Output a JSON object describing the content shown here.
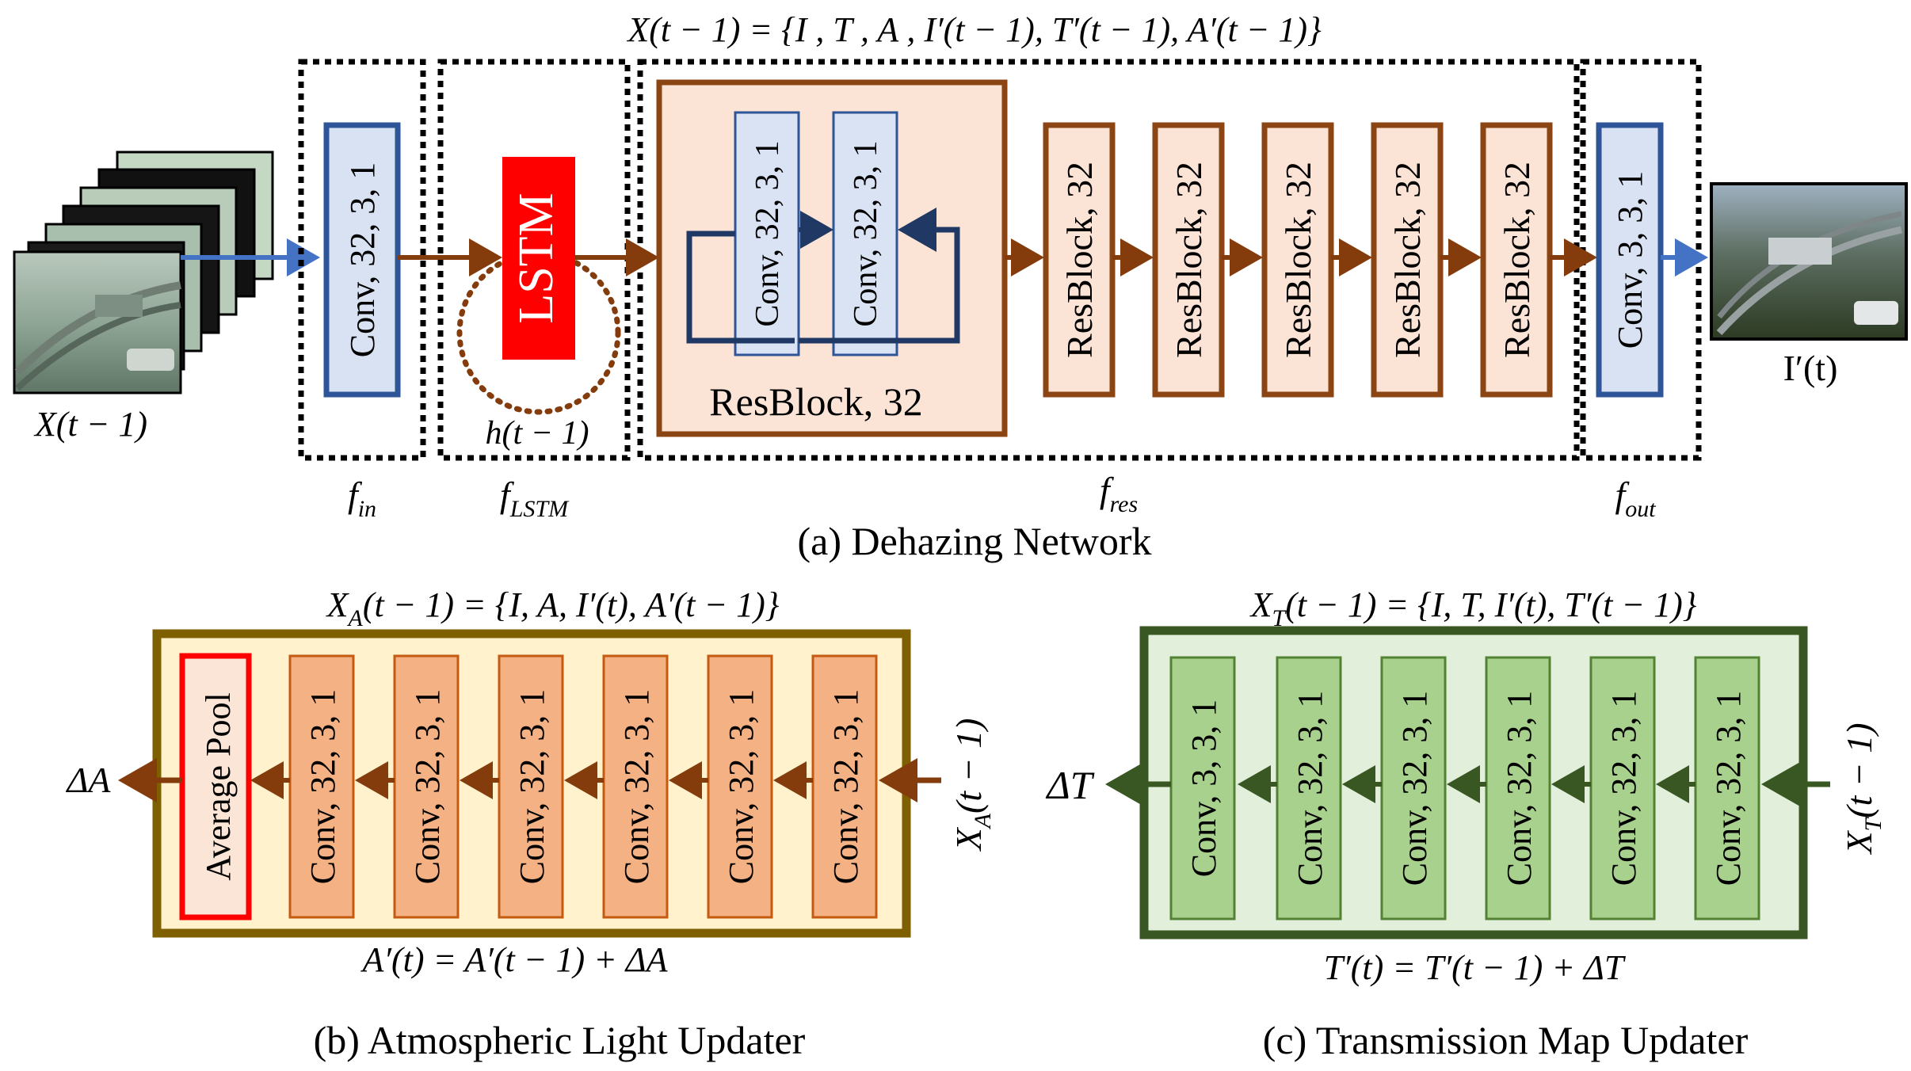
{
  "colors": {
    "resblock_border": "#8b4513",
    "resblock_fill": "#fbe3d6",
    "conv_blue_border": "#2e5597",
    "conv_blue_fill": "#d9e2f2",
    "inner_conv_fill": "#dae3f3",
    "lstm_red": "#ff0000",
    "arrow_brown": "#843c0c",
    "arrow_blue": "#4472c4",
    "atm_panel_border": "#7f6000",
    "atm_panel_fill": "#fff2cc",
    "atm_conv_fill": "#f4b183",
    "atm_conv_border": "#c55a11",
    "trans_panel_border": "#385723",
    "trans_panel_fill": "#e2efda",
    "trans_conv_fill": "#a9d18e",
    "trans_conv_border": "#548235"
  },
  "dehazing": {
    "input_formula": "X(t − 1) = {I  , T  , A  , I′(t − 1), T′(t − 1), A′(t − 1)}",
    "input_label": "X(t − 1)",
    "output_label": "I′(t)",
    "f_in_conv": "Conv, 32, 3, 1",
    "lstm": "LSTM",
    "hidden_state": "h(t − 1)",
    "inner_conv_1": "Conv, 32, 3, 1",
    "inner_conv_2": "Conv, 32, 3, 1",
    "resblock_title": "ResBlock, 32",
    "resblocks": [
      "ResBlock, 32",
      "ResBlock, 32",
      "ResBlock, 32",
      "ResBlock, 32",
      "ResBlock, 32"
    ],
    "f_out_conv": "Conv, 3, 3, 1",
    "f_in": {
      "base": "f",
      "sub": "in"
    },
    "f_lstm": {
      "base": "f",
      "sub": "LSTM"
    },
    "f_res": {
      "base": "f",
      "sub": "res"
    },
    "f_out": {
      "base": "f",
      "sub": "out"
    },
    "caption": "(a) Dehazing Network"
  },
  "atmospheric": {
    "formula_top": {
      "x": "X",
      "sub": "A",
      "rest": "(t − 1) = {I, A, I′(t), A′(t − 1)}"
    },
    "input": {
      "x": "X",
      "sub": "A",
      "rest": "(t − 1)"
    },
    "pool": "Average Pool",
    "convs": [
      "Conv, 32, 3, 1",
      "Conv, 32, 3, 1",
      "Conv, 32, 3, 1",
      "Conv, 32, 3, 1",
      "Conv, 32, 3, 1",
      "Conv, 32, 3, 1"
    ],
    "output": "ΔA",
    "formula_bottom": "A′(t) = A′(t − 1) + ΔA",
    "caption": "(b) Atmospheric Light Updater"
  },
  "transmission": {
    "formula_top": {
      "x": "X",
      "sub": "T",
      "rest": "(t − 1) = {I, T, I′(t), T′(t − 1)}"
    },
    "input": {
      "x": "X",
      "sub": "T",
      "rest": "(t − 1)"
    },
    "convs": [
      "Conv, 3, 3, 1",
      "Conv, 32, 3, 1",
      "Conv, 32, 3, 1",
      "Conv, 32, 3, 1",
      "Conv, 32, 3, 1",
      "Conv, 32, 3, 1"
    ],
    "output": "ΔT",
    "formula_bottom": "T′(t) = T′(t − 1) + ΔT",
    "caption": "(c) Transmission Map Updater"
  }
}
